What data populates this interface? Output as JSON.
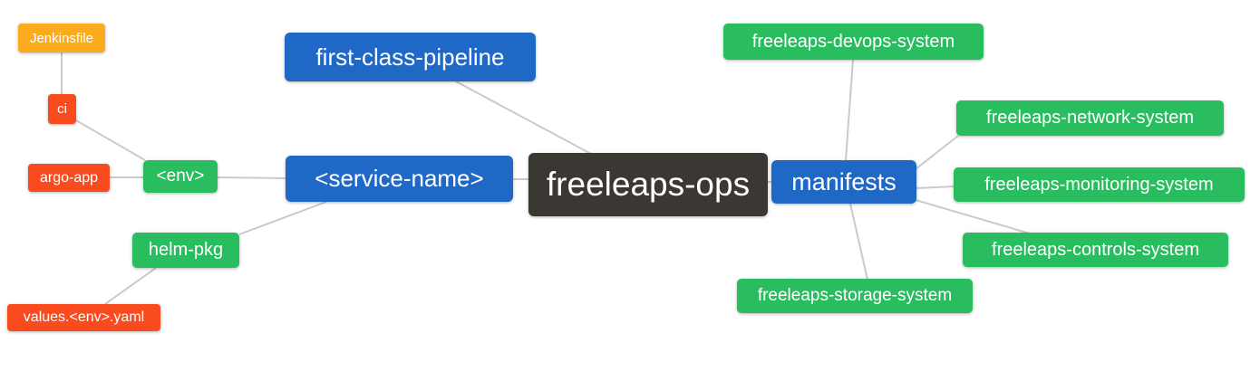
{
  "palette": {
    "branch_blue": "#2068c6",
    "leaf_green": "#29bd5f",
    "leaf_red": "#f94b1d",
    "leaf_amber": "#fcab1d",
    "root_dark": "#3b3733",
    "edge_gray": "#cacaca",
    "text": "#ffffff"
  },
  "nodes": {
    "root": {
      "label": "freeleaps-ops"
    },
    "first_class_pipeline": {
      "label": "first-class-pipeline"
    },
    "service_name": {
      "label": "<service-name>"
    },
    "manifests": {
      "label": "manifests"
    },
    "env": {
      "label": "<env>"
    },
    "helm_pkg": {
      "label": "helm-pkg"
    },
    "ci": {
      "label": "ci"
    },
    "argo_app": {
      "label": "argo-app"
    },
    "jenkinsfile": {
      "label": "Jenkinsfile"
    },
    "values_env_yaml": {
      "label": "values.<env>.yaml"
    },
    "devops_system": {
      "label": "freeleaps-devops-system"
    },
    "network_system": {
      "label": "freeleaps-network-system"
    },
    "monitoring_system": {
      "label": "freeleaps-monitoring-system"
    },
    "controls_system": {
      "label": "freeleaps-controls-system"
    },
    "storage_system": {
      "label": "freeleaps-storage-system"
    }
  },
  "edges": [
    {
      "from": "root",
      "to": "first_class_pipeline"
    },
    {
      "from": "root",
      "to": "service_name"
    },
    {
      "from": "root",
      "to": "manifests"
    },
    {
      "from": "service_name",
      "to": "env"
    },
    {
      "from": "service_name",
      "to": "helm_pkg"
    },
    {
      "from": "env",
      "to": "ci"
    },
    {
      "from": "env",
      "to": "argo_app"
    },
    {
      "from": "ci",
      "to": "jenkinsfile"
    },
    {
      "from": "helm_pkg",
      "to": "values_env_yaml"
    },
    {
      "from": "manifests",
      "to": "devops_system"
    },
    {
      "from": "manifests",
      "to": "network_system"
    },
    {
      "from": "manifests",
      "to": "monitoring_system"
    },
    {
      "from": "manifests",
      "to": "controls_system"
    },
    {
      "from": "manifests",
      "to": "storage_system"
    }
  ]
}
